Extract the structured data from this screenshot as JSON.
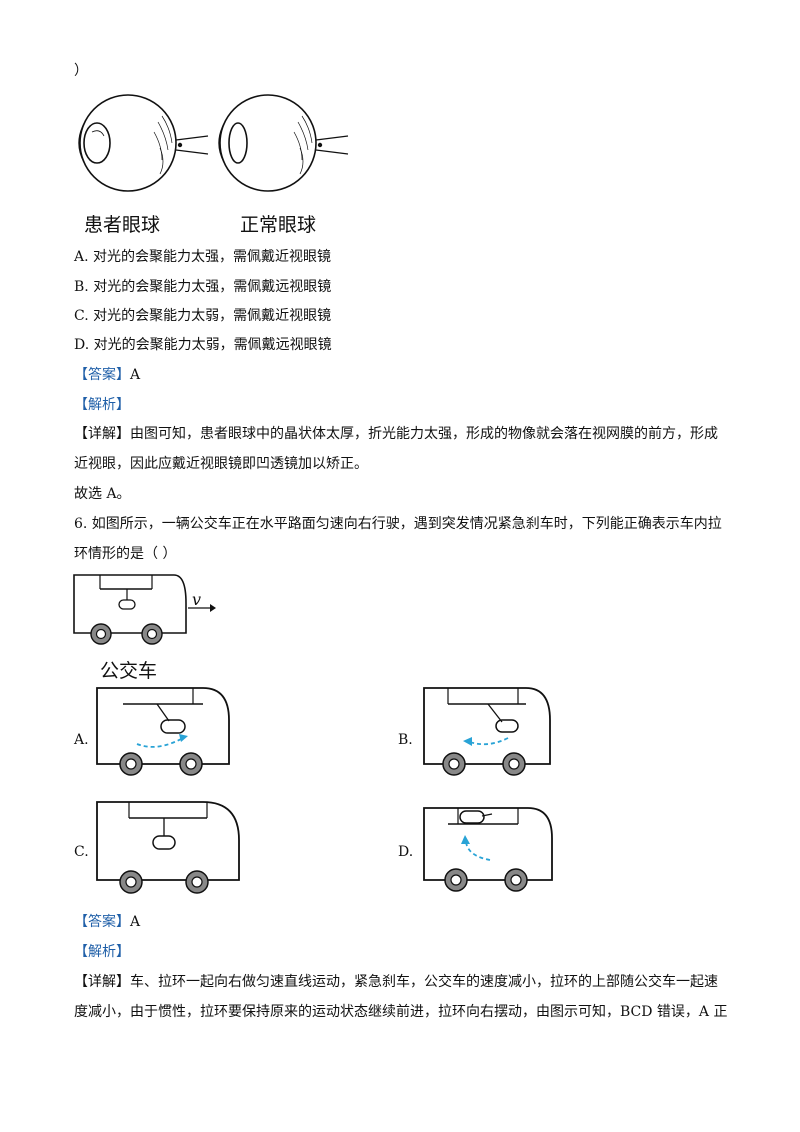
{
  "question5": {
    "lead": "）",
    "fig_label_patient": "患者眼球",
    "fig_label_normal": "正常眼球",
    "options": [
      "A. 对光的会聚能力太强，需佩戴近视眼镜",
      "B. 对光的会聚能力太强，需佩戴远视眼镜",
      "C. 对光的会聚能力太弱，需佩戴近视眼镜",
      "D. 对光的会聚能力太弱，需佩戴远视眼镜"
    ],
    "answer_tag": "【答案】",
    "answer": "A",
    "analysis_tag": "【解析】",
    "detail_tag": "【详解】",
    "detail_line1": "由图可知，患者眼球中的晶状体太厚，折光能力太强，形成的物像就会落在视网膜的前方，形成",
    "detail_line2": "近视眼，因此应戴近视眼镜即凹透镜加以矫正。",
    "conclusion": "故选 A。"
  },
  "question6": {
    "stem_line1": "6. 如图所示，一辆公交车正在水平路面匀速向右行驶，遇到突发情况紧急刹车时，下列能正确表示车内拉",
    "stem_line2": "环情形的是（        ）",
    "bus_caption": "公交车",
    "velocity_symbol": "v",
    "option_labels": [
      "A.",
      "B.",
      "C.",
      "D."
    ],
    "answer_tag": "【答案】",
    "answer": "A",
    "analysis_tag": "【解析】",
    "detail_tag": "【详解】",
    "detail_line1": "车、拉环一起向右做匀速直线运动，紧急刹车，公交车的速度减小，拉环的上部随公交车一起速",
    "detail_line2": "度减小，由于惯性，拉环要保持原来的运动状态继续前进，拉环向右摆动，由图示可知，BCD 错误，A 正"
  },
  "colors": {
    "bracket": "#1f5fa8",
    "arrow": "#29a3d6",
    "wheel": "#888888"
  }
}
